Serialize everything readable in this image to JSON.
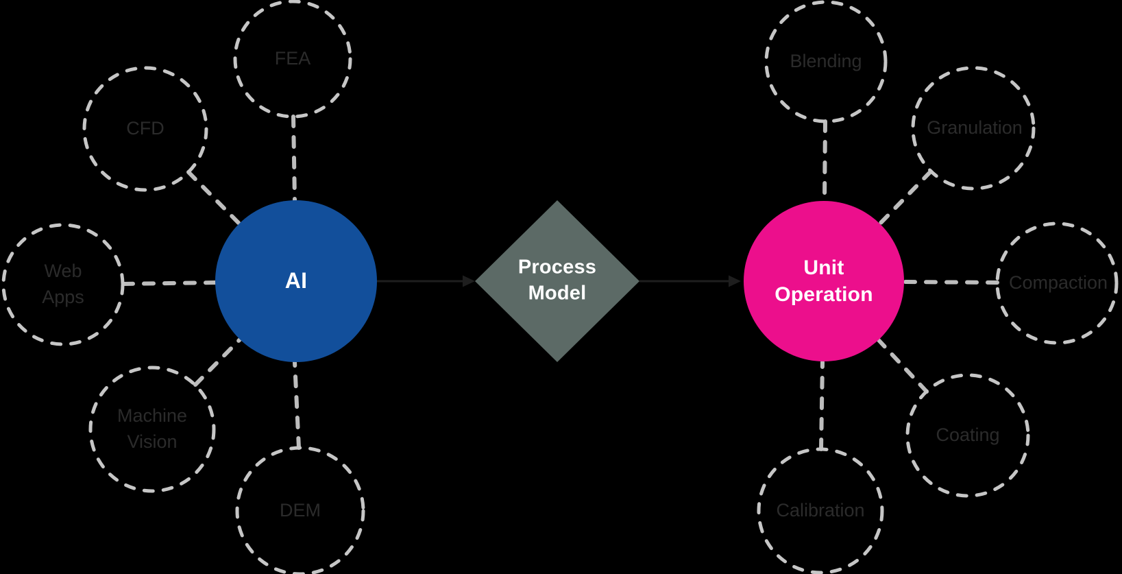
{
  "canvas": {
    "background": "#000000"
  },
  "hubs": {
    "ai": {
      "label": "AI",
      "color": "#124F9B",
      "text_color": "#FFFFFF"
    },
    "unit_operation": {
      "label": "Unit\nOperation",
      "color": "#EC0F8C",
      "text_color": "#FFFFFF"
    }
  },
  "process_model": {
    "label": "Process\nModel",
    "color": "#5C6A66",
    "text_color": "#FFFFFF"
  },
  "ai_satellites": [
    {
      "label": "FEA"
    },
    {
      "label": "CFD"
    },
    {
      "label": "Web\nApps"
    },
    {
      "label": "Machine\nVision"
    },
    {
      "label": "DEM"
    }
  ],
  "unit_satellites": [
    {
      "label": "Blending"
    },
    {
      "label": "Granulation"
    },
    {
      "label": "Compaction"
    },
    {
      "label": "Coating"
    },
    {
      "label": "Calibration"
    }
  ],
  "styles": {
    "satellite_stroke": "#C6C6C6",
    "satellite_text": "#2B2B2B",
    "connector_stroke": "#BDBDBD",
    "arrow_color": "#1E1E1E"
  }
}
